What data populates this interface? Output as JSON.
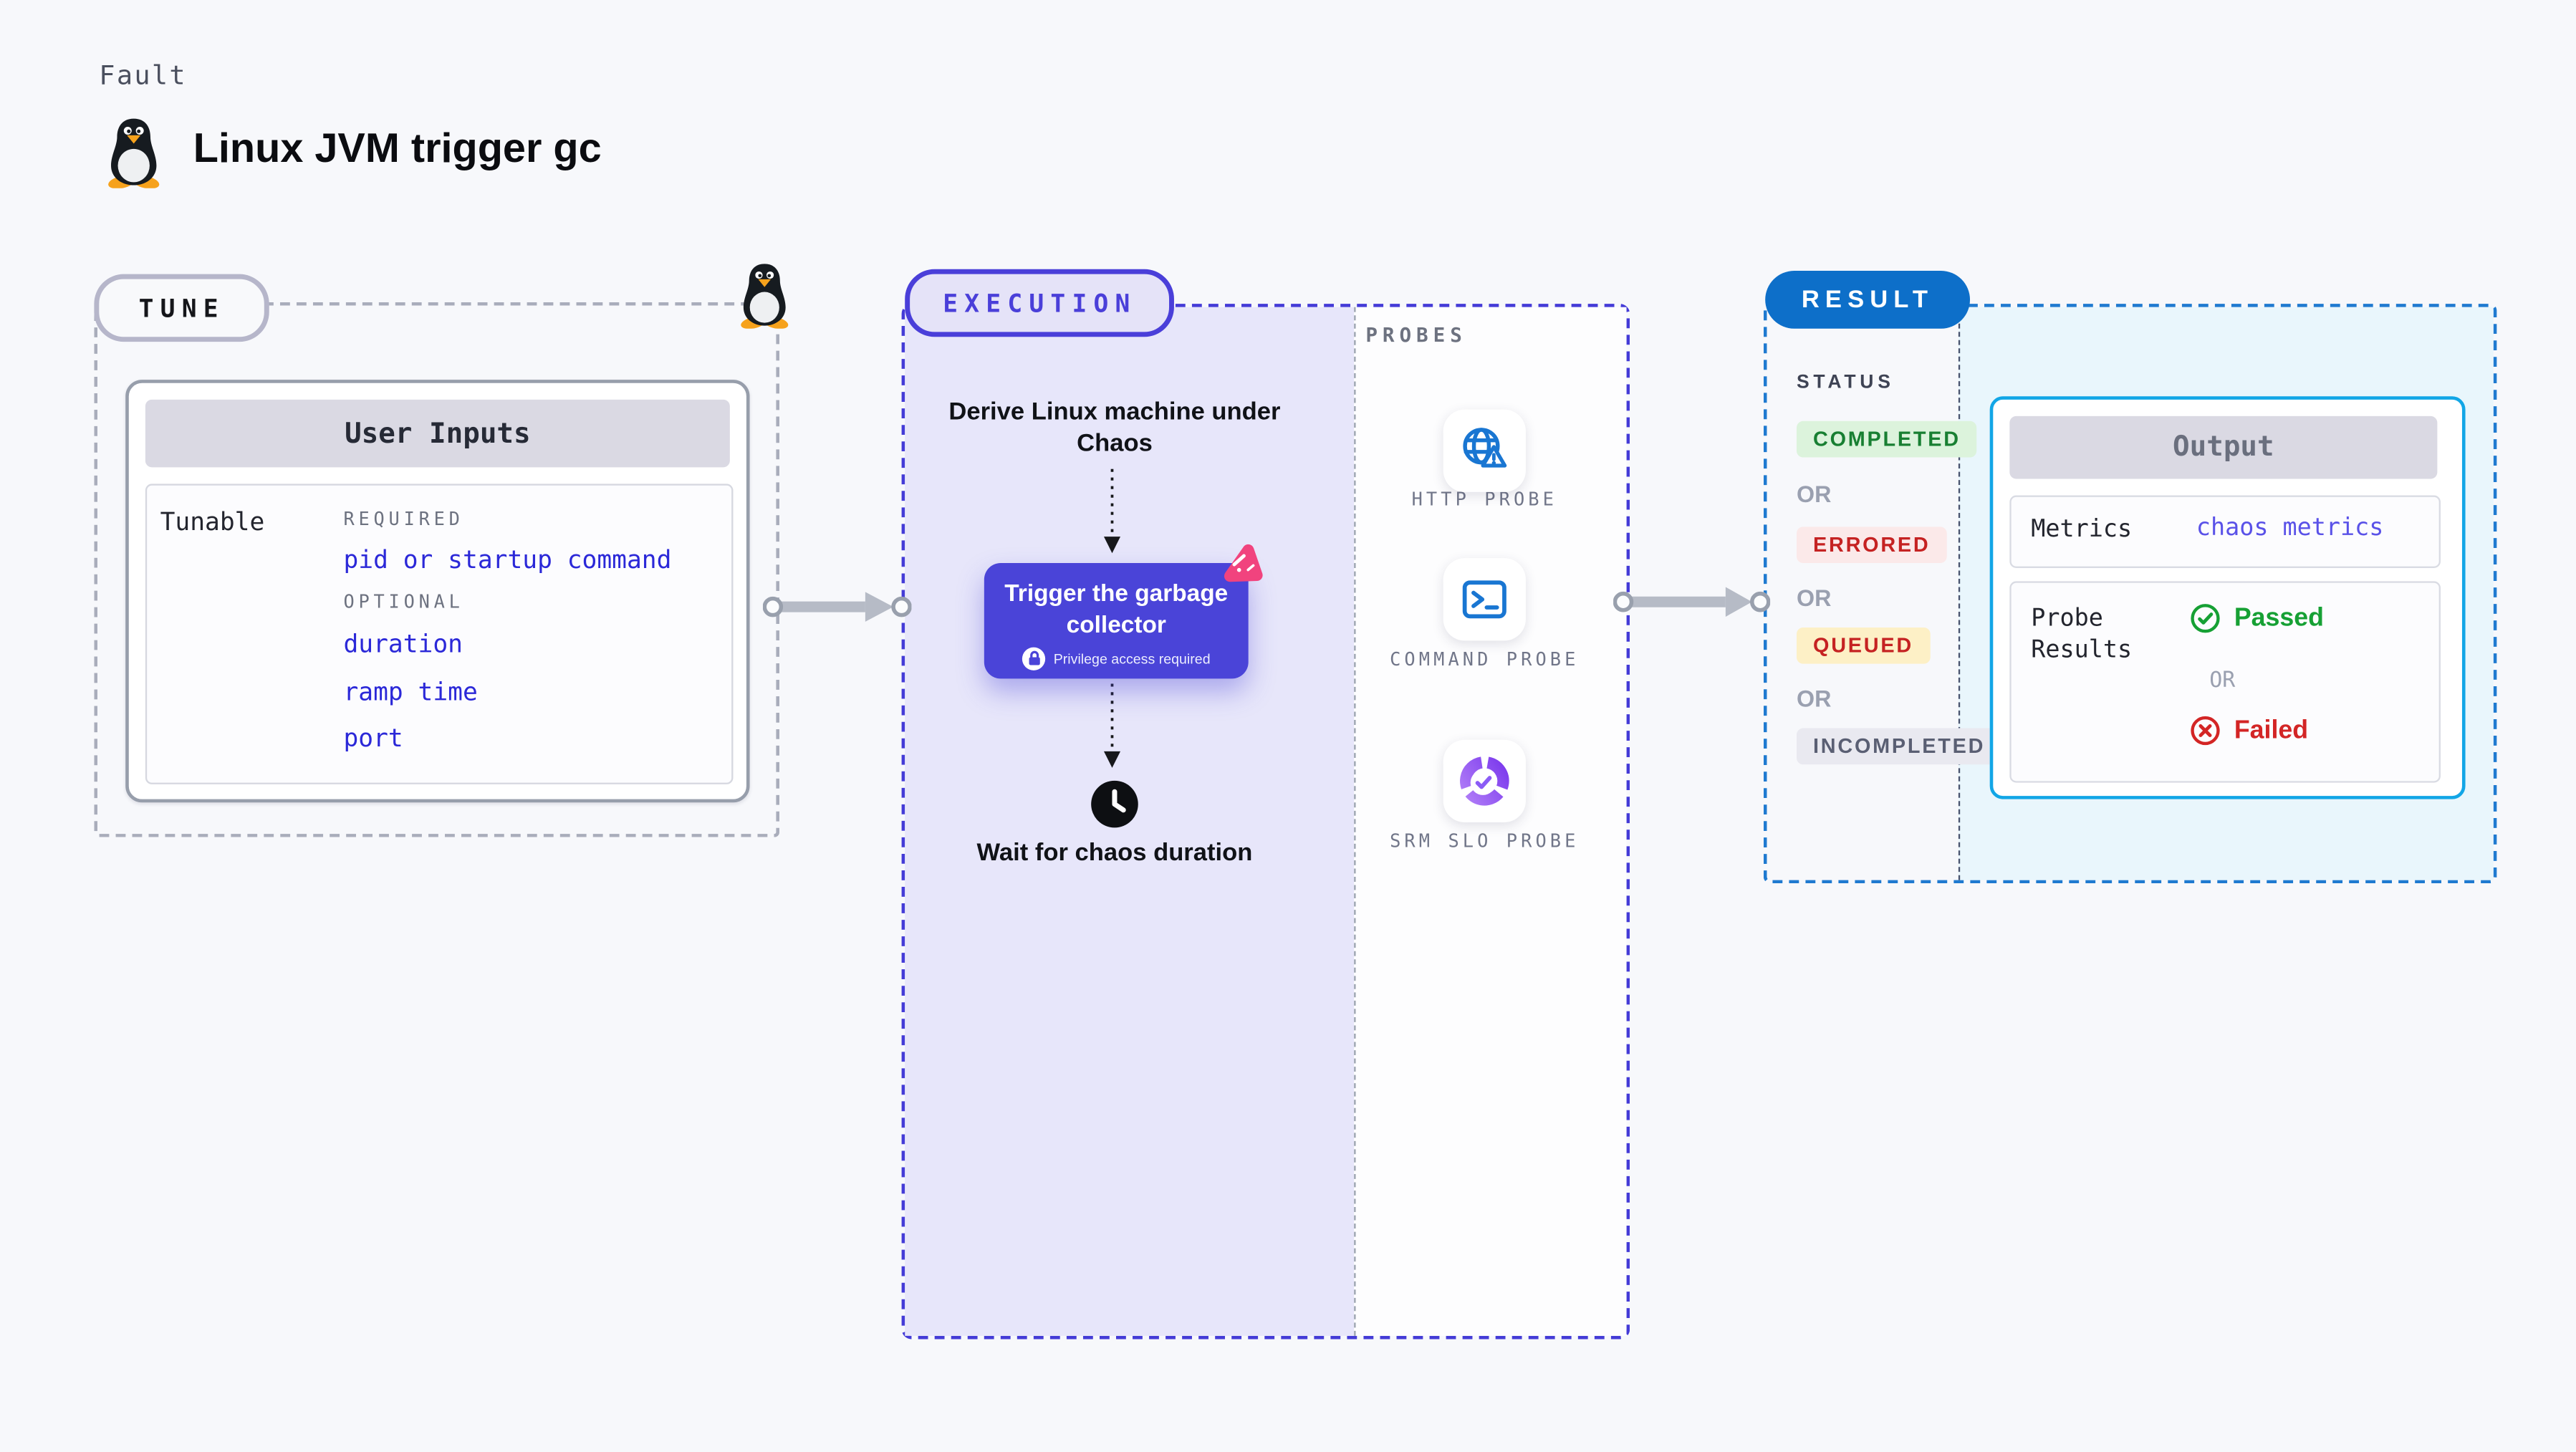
{
  "page": {
    "background": "#f7f8fb"
  },
  "header": {
    "kicker": "Fault",
    "title": "Linux JVM trigger gc",
    "icon": "linux-penguin"
  },
  "tune": {
    "badge_label": "TUNE",
    "panel_title": "User Inputs",
    "row_label": "Tunable",
    "required_label": "REQUIRED",
    "required_items": [
      "pid or startup command"
    ],
    "optional_label": "OPTIONAL",
    "optional_items": [
      "duration",
      "ramp time",
      "port"
    ],
    "link_color": "#2b28d8"
  },
  "execution": {
    "badge_label": "EXECUTION",
    "accent_color": "#4a3fd9",
    "panel_fill": "#e7e6fa",
    "step_derive": "Derive Linux machine under Chaos",
    "node_title": "Trigger the garbage collector",
    "node_note": "Privilege access required",
    "node_fill": "#4a44d8",
    "step_wait": "Wait for chaos duration",
    "probes_label": "PROBES",
    "probes": [
      {
        "label": "HTTP PROBE",
        "icon": "globe-alert-icon"
      },
      {
        "label": "COMMAND PROBE",
        "icon": "terminal-icon"
      },
      {
        "label": "SRM SLO PROBE",
        "icon": "slo-donut-icon"
      }
    ]
  },
  "result": {
    "badge_label": "RESULT",
    "badge_color": "#0d6fc9",
    "border_color": "#1f7ad0",
    "panel_fill": "#e9f6fc",
    "status_label": "STATUS",
    "or_label": "OR",
    "statuses": [
      {
        "label": "COMPLETED",
        "bg": "#dcf3dc",
        "color": "#187f32"
      },
      {
        "label": "ERRORED",
        "bg": "#fbe9e9",
        "color": "#c52222"
      },
      {
        "label": "QUEUED",
        "bg": "#fdf0c6",
        "color": "#c52222"
      },
      {
        "label": "INCOMPLETED",
        "bg": "#e9e9f0",
        "color": "#5a5f73"
      }
    ],
    "output": {
      "title": "Output",
      "metrics_label": "Metrics",
      "metrics_value": "chaos metrics",
      "probe_results_label": "Probe Results",
      "passed_label": "Passed",
      "or_label": "OR",
      "failed_label": "Failed",
      "passed_color": "#16a034",
      "failed_color": "#d32525",
      "card_border": "#12a6e6"
    }
  }
}
